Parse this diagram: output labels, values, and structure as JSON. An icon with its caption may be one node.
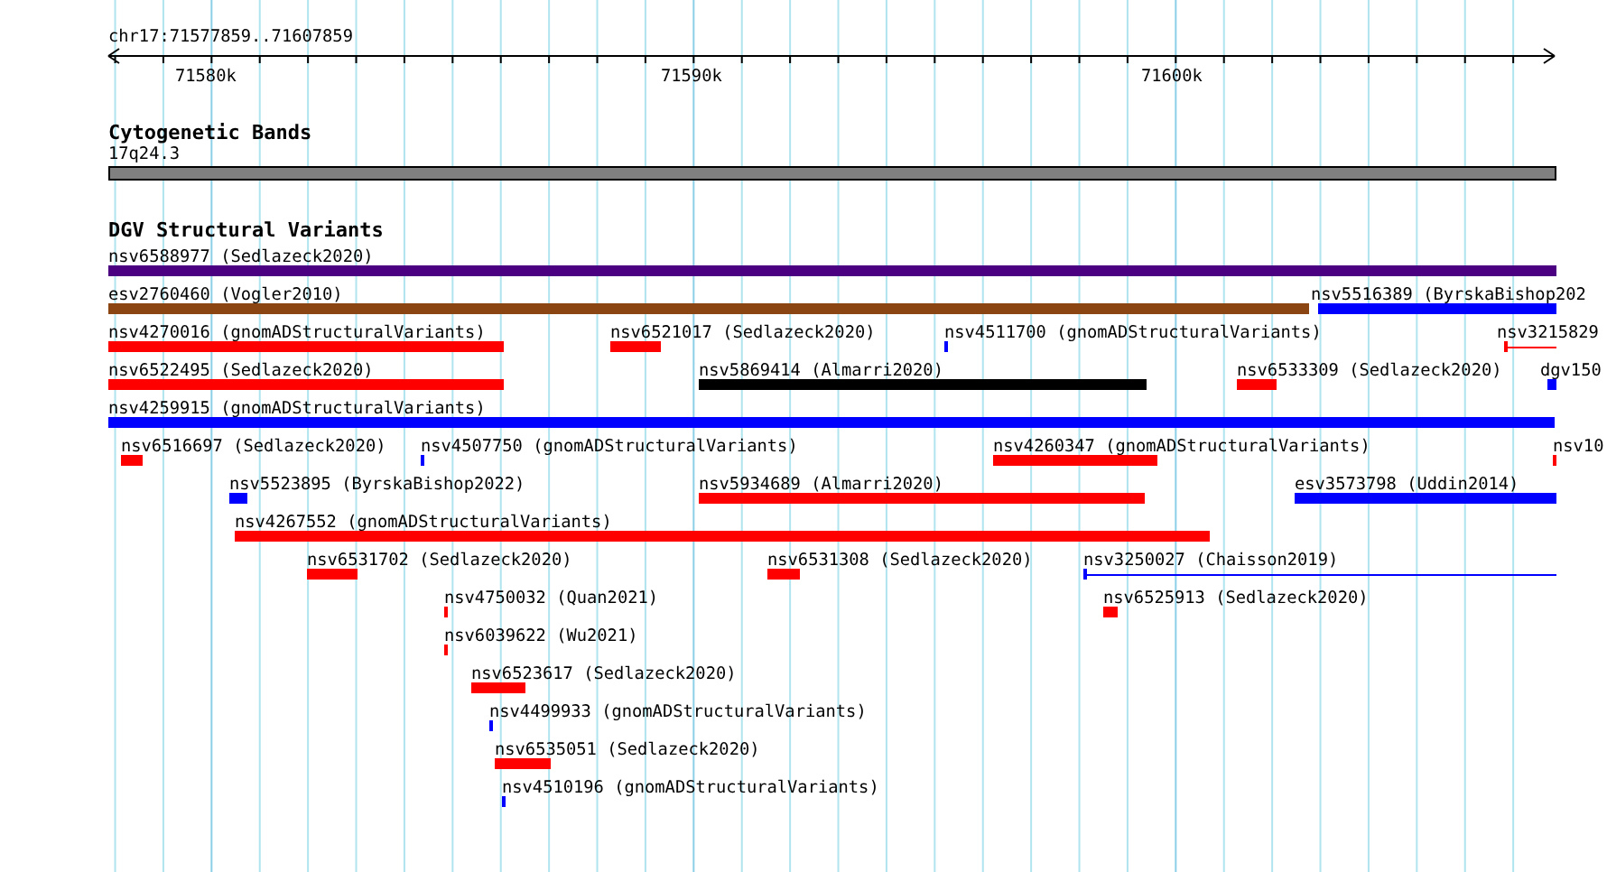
{
  "diagram": {
    "nodes": [
      {
        "text": [
          "17q24.3"
        ]
      },
      {
        "text": [
          "nsv6588977 (Sedlazeck2020)"
        ]
      },
      {
        "text": [
          "esv2760460 (Vogler2010)"
        ]
      },
      {
        "text": [
          "nsv5516389 (ByrskaBishop202"
        ]
      },
      {
        "text": [
          "nsv4270016 (gnomADStructuralVariants)"
        ]
      },
      {
        "text": [
          "nsv6521017 (Sedlazeck2020)"
        ]
      },
      {
        "text": [
          "nsv4511700 (gnomADStructuralVariants)"
        ]
      },
      {
        "text": [
          "nsv3215829"
        ]
      },
      {
        "text": [
          "nsv6522495 (Sedlazeck2020)"
        ]
      },
      {
        "text": [
          "nsv5869414 (Almarri2020)"
        ]
      },
      {
        "text": [
          "nsv6533309 (Sedlazeck2020)"
        ]
      },
      {
        "text": [
          "dgv150"
        ]
      },
      {
        "text": [
          "nsv4259915 (gnomADStructuralVariants)"
        ]
      },
      {
        "text": [
          "nsv6516697 (Sedlazeck2020)"
        ]
      },
      {
        "text": [
          "nsv4507750 (gnomADStructuralVariants)"
        ]
      },
      {
        "text": [
          "nsv4260347 (gnomADStructuralVariants)"
        ]
      },
      {
        "text": [
          "nsv10"
        ]
      },
      {
        "text": [
          "nsv5523895 (ByrskaBishop2022)"
        ]
      },
      {
        "text": [
          "nsv5934689 (Almarri2020)"
        ]
      },
      {
        "text": [
          "esv3573798 (Uddin2014)"
        ]
      },
      {
        "text": [
          "nsv4267552 (gnomADStructuralVariants)"
        ]
      },
      {
        "text": [
          "nsv6531702 (Sedlazeck2020)"
        ]
      },
      {
        "text": [
          "nsv6531308 (Sedlazeck2020)"
        ]
      },
      {
        "text": [
          "nsv3250027 (Chaisson2019)"
        ]
      },
      {
        "text": [
          "nsv4750032 (Quan2021)"
        ]
      },
      {
        "text": [
          "nsv6525913 (Sedlazeck2020)"
        ]
      },
      {
        "text": [
          "nsv6039622 (Wu2021)"
        ]
      },
      {
        "text": [
          "nsv6523617 (Sedlazeck2020)"
        ]
      },
      {
        "text": [
          "nsv4499933 (gnomADStructuralVariants)"
        ]
      },
      {
        "text": [
          "nsv6535051 (Sedlazeck2020)"
        ]
      },
      {
        "text": [
          "nsv4510196 (gnomADStructuralVariants)"
        ]
      }
    ],
    "labels": [
      "chr17:71577859..71607859",
      "71580k",
      "71590k",
      "71600k",
      "Cytogenetic Bands",
      "DGV Structural Variants"
    ]
  }
}
